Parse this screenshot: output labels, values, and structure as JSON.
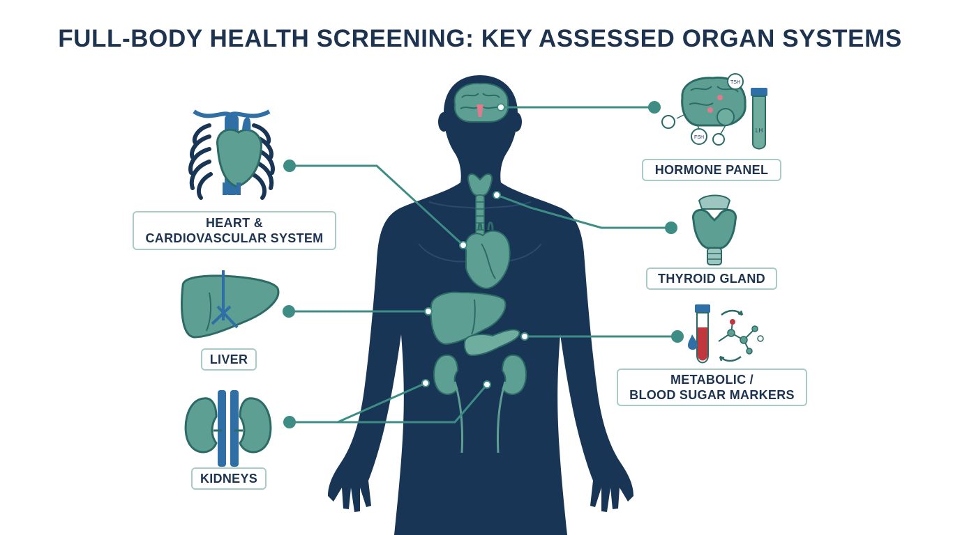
{
  "title": "FULL-BODY HEALTH SCREENING: KEY ASSESSED ORGAN SYSTEMS",
  "labels": {
    "heart": [
      "HEART &",
      "CARDIOVASCULAR SYSTEM"
    ],
    "liver": "LIVER",
    "kidneys": "KIDNEYS",
    "hormone": "HORMONE PANEL",
    "thyroid": "THYROID GLAND",
    "metabolic": [
      "METABOLIC /",
      "BLOOD SUGAR MARKERS"
    ]
  },
  "icon_text": {
    "tsh": "TSH",
    "fsh": "FSH",
    "lh": "LH"
  },
  "colors": {
    "body": "#183556",
    "organ": "#5e9f94",
    "organ_dark": "#2c6a66",
    "connector": "#3d8d84",
    "vessel": "#2f6fa6",
    "label_border": "#a9cbc6",
    "blood": "#c0373d"
  }
}
